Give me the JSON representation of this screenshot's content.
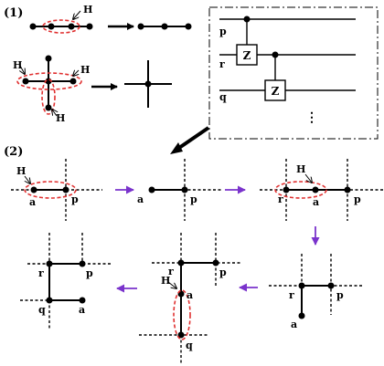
{
  "sections": {
    "part1": "(1)",
    "part2": "(2)"
  },
  "circuit": {
    "qubits": [
      "p",
      "r",
      "q"
    ],
    "gates": [
      "Z",
      "Z"
    ],
    "ellipsis": "⋮"
  },
  "part1": {
    "line_graph": {
      "hadamard": "H"
    },
    "cross_graph": {
      "hadamards": [
        "H",
        "H",
        "H"
      ]
    }
  },
  "part2": {
    "panel1": {
      "hadamard": "H",
      "nodes": [
        "a",
        "p"
      ]
    },
    "panel2": {
      "nodes": [
        "a",
        "p"
      ]
    },
    "panel3": {
      "hadamard": "H",
      "nodes": [
        "r",
        "a",
        "p"
      ]
    },
    "panel4": {
      "nodes": [
        "r",
        "p",
        "a"
      ]
    },
    "panel5": {
      "hadamard": "H",
      "nodes": [
        "r",
        "p",
        "a",
        "q"
      ]
    },
    "panel6": {
      "nodes": [
        "r",
        "p",
        "q",
        "a"
      ]
    }
  },
  "colors": {
    "ink": "#000000",
    "highlight_ellipse": "#e03030",
    "flow_arrow": "#7a33cc"
  }
}
